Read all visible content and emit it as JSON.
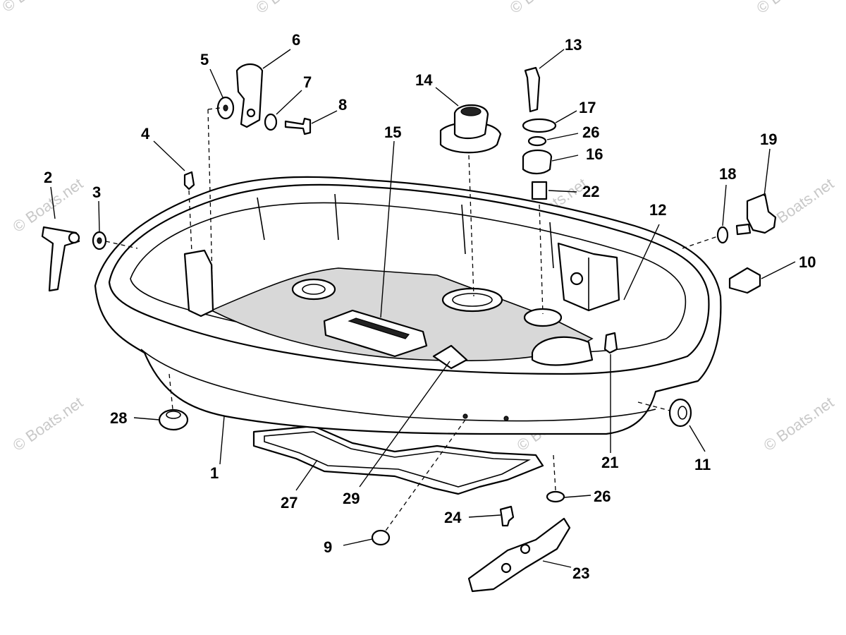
{
  "watermark": "© Boats.net",
  "callouts": [
    "1",
    "2",
    "3",
    "4",
    "5",
    "6",
    "7",
    "8",
    "9",
    "10",
    "11",
    "12",
    "13",
    "14",
    "15",
    "16",
    "17",
    "18",
    "19",
    "21",
    "22",
    "23",
    "24",
    "26",
    "26",
    "27",
    "28",
    "29"
  ]
}
